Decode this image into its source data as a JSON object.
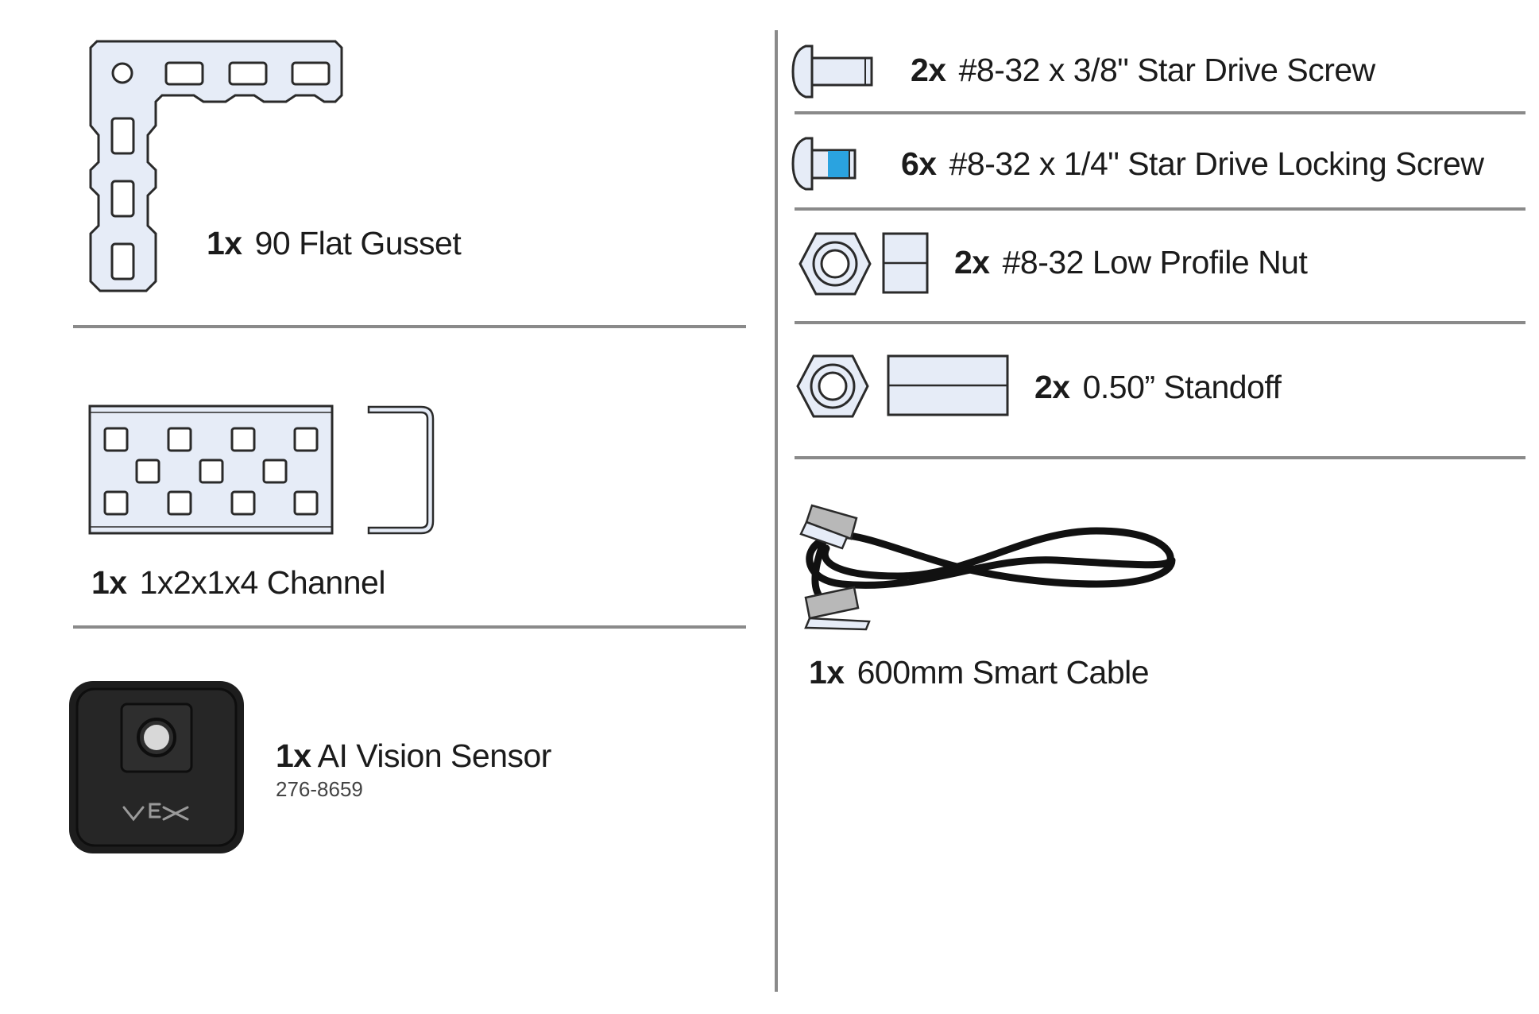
{
  "parts": [
    {
      "id": "gusset",
      "qty": "1x",
      "name": "90 Flat Gusset"
    },
    {
      "id": "channel",
      "qty": "1x",
      "name": "1x2x1x4 Channel"
    },
    {
      "id": "ai_vision",
      "qty": "1x",
      "name": "AI Vision Sensor",
      "part_number": "276-8659",
      "logo_text": "VEX"
    },
    {
      "id": "screw_38",
      "qty": "2x",
      "name": "#8-32 x 3/8\" Star Drive Screw"
    },
    {
      "id": "locking_screw",
      "qty": "6x",
      "name": "#8-32 x 1/4\" Star Drive Locking Screw"
    },
    {
      "id": "nut",
      "qty": "2x",
      "name": "#8-32 Low Profile Nut"
    },
    {
      "id": "standoff",
      "qty": "2x",
      "name": "0.50” Standoff"
    },
    {
      "id": "cable",
      "qty": "1x",
      "name": "600mm Smart Cable"
    }
  ],
  "colors": {
    "part_fill": "#e6ecf7",
    "outline": "#2a2a2a",
    "lock_patch": "#2aa3e0",
    "sensor_body": "#262626",
    "divider": "#8a8a8a",
    "cable": "#111111",
    "connector": "#b8b8b8"
  },
  "icons": [
    "gusset-icon",
    "channel-icon",
    "channel-profile-icon",
    "ai-vision-sensor-icon",
    "screw-icon",
    "locking-screw-icon",
    "hex-nut-icon",
    "nut-side-icon",
    "standoff-icon",
    "smart-cable-icon"
  ]
}
